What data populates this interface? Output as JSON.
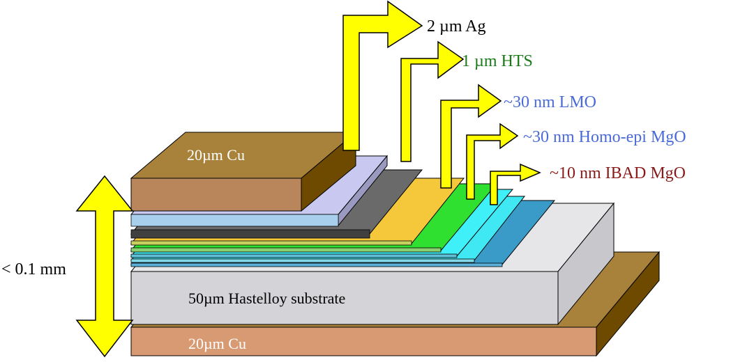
{
  "layers": {
    "cu_top": "20µm Cu",
    "substrate": "50µm Hastelloy substrate",
    "cu_bottom": "20µm Cu"
  },
  "callouts": {
    "ag": "2 µm Ag",
    "hts": "1 µm HTS",
    "lmo": "~30 nm LMO",
    "homo_epi_mgo": "~30 nm Homo-epi MgO",
    "ibad_mgo": "~10 nm IBAD MgO"
  },
  "thickness_label": "< 0.1 mm",
  "colors": {
    "cu_top_face": "#a8823a",
    "cu_front": "#b8865a",
    "cu_side": "#6e4a00",
    "cu_bottom_front": "#d89a72",
    "hastelloy_front": "#d4d4d8",
    "hastelloy_top": "#e6e6e8",
    "ag": "#c8c8f0",
    "hts": "#6a6a6a",
    "lmo": "#f4c83a",
    "homo_epi_mgo": "#30e030",
    "ibad_mgo": "#40e8f4",
    "buffer": "#3a9ac8",
    "arrow": "#ffff00",
    "text_ag": "#000000",
    "text_hts": "#1a7a1a",
    "text_lmo": "#4a6ad8",
    "text_homo": "#4a6ad8",
    "text_ibad": "#8a1a1a"
  }
}
